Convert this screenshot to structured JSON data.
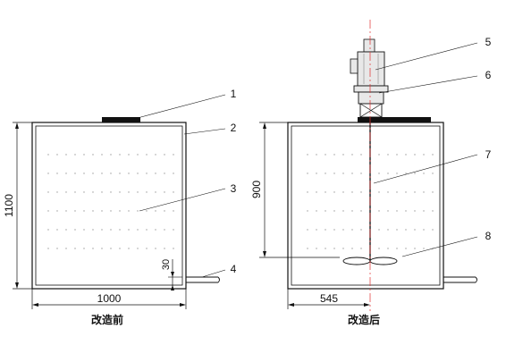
{
  "callouts": [
    "1",
    "2",
    "3",
    "4",
    "5",
    "6",
    "7",
    "8"
  ],
  "dimensions": {
    "left_height": "1100",
    "left_width": "1000",
    "left_bottom_gap": "30",
    "right_height": "900",
    "right_offset": "545"
  },
  "captions": {
    "before": "改造前",
    "after": "改造后"
  },
  "colors": {
    "line": "#111111",
    "dots": "#9a9a9a",
    "centerline": "#e03030",
    "motor_fill": "#e8e8e8",
    "lid": "#111111"
  }
}
